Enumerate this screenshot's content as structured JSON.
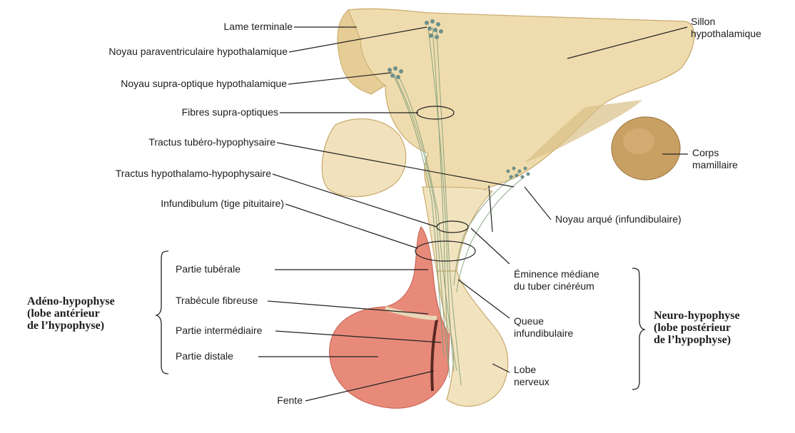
{
  "labels": {
    "lame_terminale": "Lame terminale",
    "noyau_paraventriculaire": "Noyau paraventriculaire hypothalamique",
    "noyau_supra_optique": "Noyau supra-optique hypothalamique",
    "fibres_supra_optiques": "Fibres supra-optiques",
    "tractus_tubero": "Tractus tubéro-hypophysaire",
    "tractus_hypothalamo": "Tractus hypothalamo-hypophysaire",
    "infundibulum": "Infundibulum (tige pituitaire)",
    "sillon_line1": "Sillon",
    "sillon_line2": "hypothalamique",
    "corps_line1": "Corps",
    "corps_line2": "mamillaire",
    "noyau_arque": "Noyau arqué (infundibulaire)",
    "eminence_line1": "Éminence médiane",
    "eminence_line2": "du tuber cinéréum",
    "queue_line1": "Queue",
    "queue_line2": "infundibulaire",
    "lobe_line1": "Lobe",
    "lobe_line2": "nerveux",
    "partie_tuberale": "Partie tubérale",
    "trabecule": "Trabécule fibreuse",
    "partie_intermediaire": "Partie intermédiaire",
    "partie_distale": "Partie distale",
    "fente": "Fente"
  },
  "groups": {
    "adeno": "Adéno-hypophyse\n(lobe antérieur\nde l’hypophyse)",
    "neuro": "Neuro-hypophyse\n(lobe postérieur\nde l’hypophyse)"
  },
  "colors": {
    "brain": "#efdcae",
    "brain_shade": "#d9bf86",
    "adeno": "#e88a7a",
    "adeno_dark": "#cf6a5a",
    "neuro": "#f2e3bf",
    "mamillary": "#c9a064",
    "fibers": "#7fa07a",
    "nuclei": "#6d8f8a"
  }
}
